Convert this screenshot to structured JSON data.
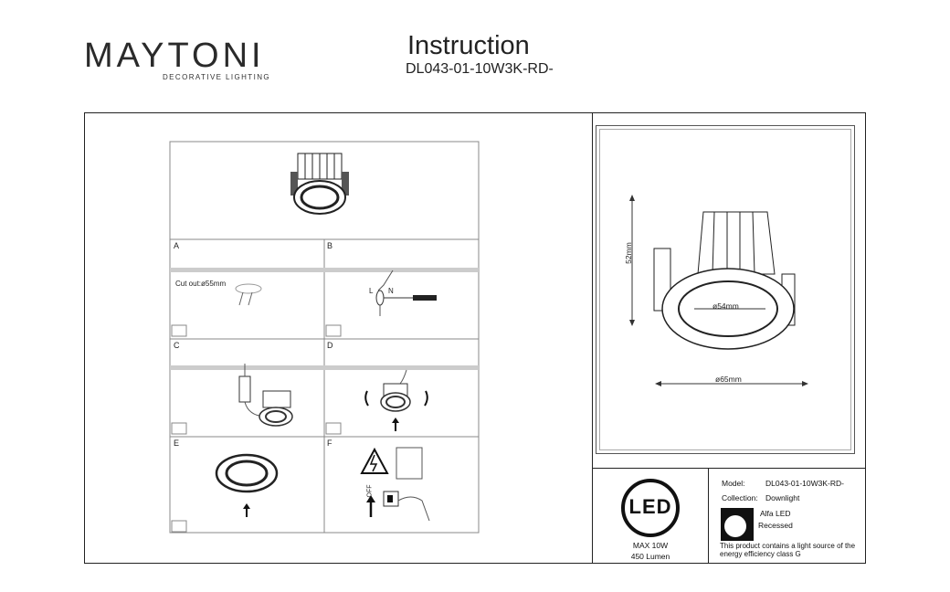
{
  "header": {
    "brand": "MAYTONI",
    "brand_tagline": "DECORATIVE LIGHTING",
    "title": "Instruction",
    "model_code": "DL043-01-10W3K-RD-"
  },
  "steps": {
    "A": {
      "label": "A",
      "note": "Cut out:ø55mm"
    },
    "B": {
      "label": "B",
      "wire_l": "L",
      "wire_n": "N"
    },
    "C": {
      "label": "C"
    },
    "D": {
      "label": "D"
    },
    "E": {
      "label": "E"
    },
    "F": {
      "label": "F",
      "switch_off": "OFF"
    }
  },
  "dimensions": {
    "height": "52mm",
    "inner_diameter": "ø54mm",
    "outer_diameter": "ø65mm"
  },
  "led_badge": {
    "text": "LED",
    "max_power": "MAX 10W",
    "lumen": "450 Lumen"
  },
  "specs": {
    "model_label": "Model:",
    "model_value": "DL043-01-10W3K-RD-",
    "collection_label": "Collection:",
    "collection_value": "Downlight",
    "type_1": "Alfa LED",
    "type_2": "Recessed",
    "energy_note": "This product contains a light source of the energy efficiency class G"
  }
}
